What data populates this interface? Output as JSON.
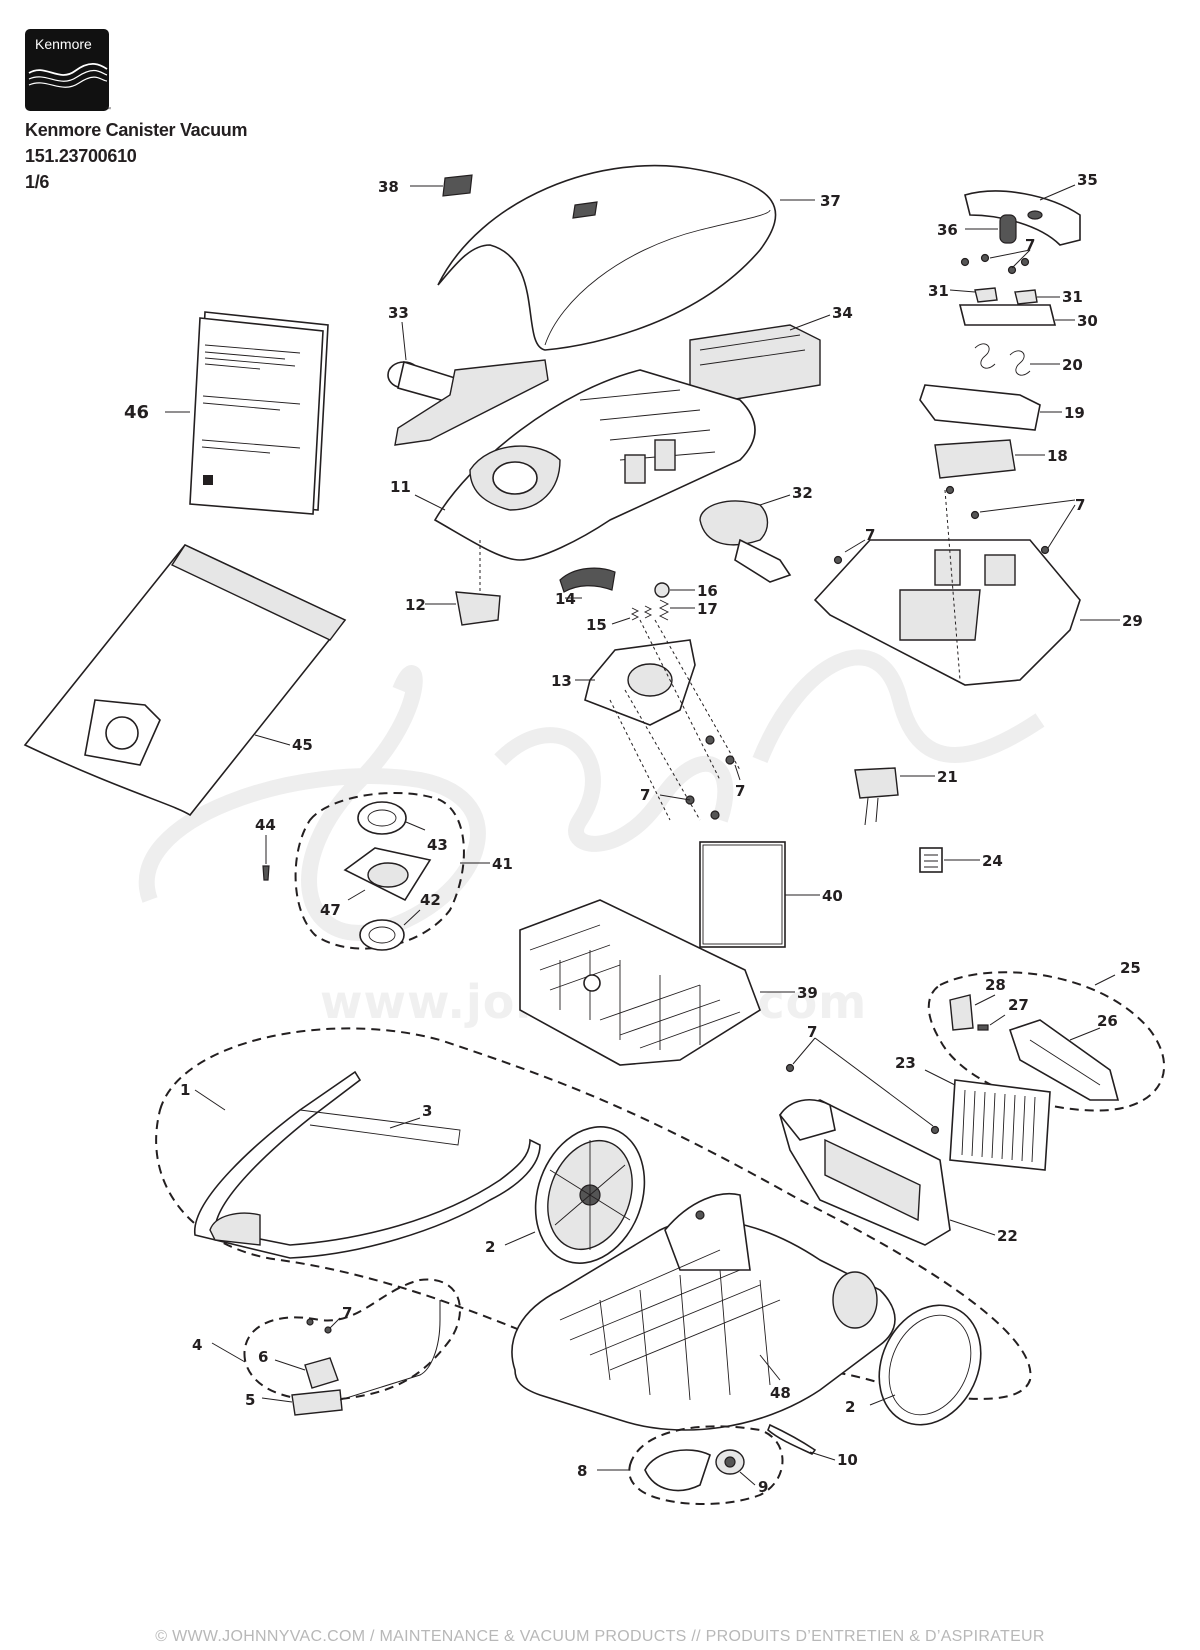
{
  "brand": {
    "logo_text": "Kenmore",
    "trademark": "™"
  },
  "header": {
    "title": "Kenmore Canister Vacuum",
    "model": "151.23700610",
    "page": "1/6"
  },
  "watermark": {
    "url": "www.johnnyvac.com"
  },
  "footer": {
    "text": "© WWW.JOHNNYVAC.COM / MAINTENANCE & VACUUM PRODUCTS  //  PRODUITS D’ENTRETIEN & D’ASPIRATEUR"
  },
  "callouts": {
    "c1": "1",
    "c2a": "2",
    "c2b": "2",
    "c3": "3",
    "c4": "4",
    "c5": "5",
    "c6": "6",
    "c7a": "7",
    "c7b": "7",
    "c7c": "7",
    "c7d": "7",
    "c7e": "7",
    "c7f": "7",
    "c7g": "7",
    "c8": "8",
    "c9": "9",
    "c10": "10",
    "c11": "11",
    "c12": "12",
    "c13": "13",
    "c14": "14",
    "c15": "15",
    "c16": "16",
    "c17": "17",
    "c18": "18",
    "c19": "19",
    "c20": "20",
    "c21": "21",
    "c22": "22",
    "c23": "23",
    "c24": "24",
    "c25": "25",
    "c26": "26",
    "c27": "27",
    "c28": "28",
    "c29": "29",
    "c30": "30",
    "c31a": "31",
    "c31b": "31",
    "c32": "32",
    "c33": "33",
    "c34": "34",
    "c35": "35",
    "c36": "36",
    "c37": "37",
    "c38": "38",
    "c39": "39",
    "c40": "40",
    "c41": "41",
    "c42": "42",
    "c43": "43",
    "c44": "44",
    "c45": "45",
    "c46": "46",
    "c47": "47",
    "c48": "48"
  },
  "colors": {
    "ink": "#231f20",
    "logo_bg": "#111111",
    "footer_text": "#b8b8b8",
    "watermark": "#eeeeee"
  }
}
